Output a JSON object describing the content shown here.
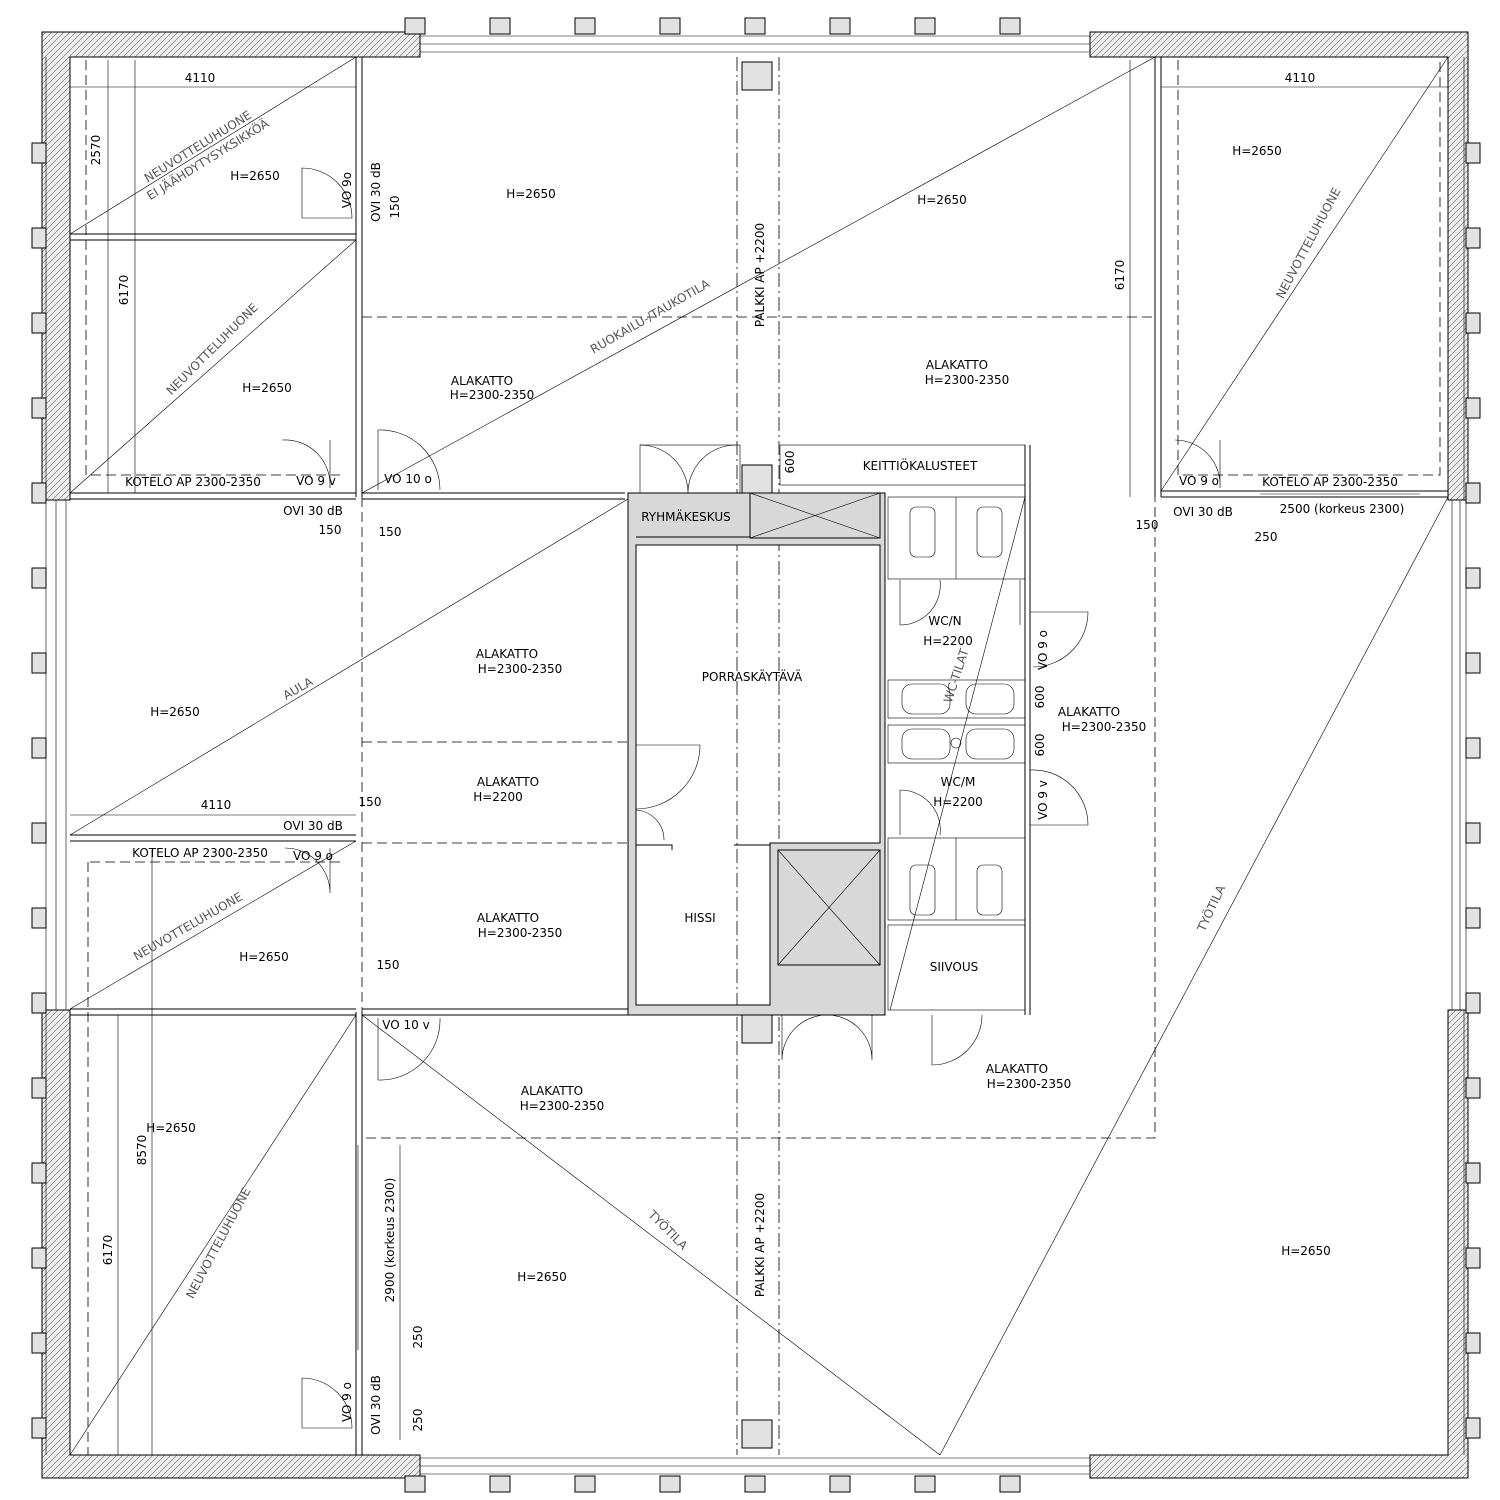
{
  "plan": {
    "labels": {
      "dim_4110_tl": "4110",
      "dim_2570": "2570",
      "room_neuvotteluhuone_1": "NEUVOTTELUHUONE",
      "room_ei_jaahdytys": "EI JÄÄHDYTYSYKSIKKÖÄ",
      "h_2650_a": "H=2650",
      "door_vo9o_a": "VO 9o",
      "ovi30_a": "OVI 30 dB",
      "dim_150_a": "150",
      "h_2650_b": "H=2650",
      "palkki_top": "PALKKI AP +2200",
      "h_2650_c": "H=2650",
      "dim_4110_tr": "4110",
      "h_2650_d": "H=2650",
      "room_neuvotteluhuone_tr": "NEUVOTTELUHUONE",
      "dim_6170_l": "6170",
      "room_neuvotteluhuone_2": "NEUVOTTELUHUONE",
      "h_2650_e": "H=2650",
      "room_ruokailu": "RUOKAILU-/TAUKOTILA",
      "alakatto_a": "ALAKATTO",
      "alakatto_a_h": "H=2300-2350",
      "alakatto_b": "ALAKATTO",
      "alakatto_b_h": "H=2300-2350",
      "dim_6170_r": "6170",
      "kotelo_a": "KOTELO AP 2300-2350",
      "door_vo9v_a": "VO 9 v",
      "door_vo10o": "VO 10 o",
      "dim_600_k": "600",
      "keittio": "KEITTIÖKALUSTEET",
      "ryhmakeskus": "RYHMÄKESKUS",
      "ovi30_b": "OVI 30 dB",
      "dim_150_b": "150",
      "dim_150_c": "150",
      "door_vo9o_r": "VO 9 o",
      "kotelo_r": "KOTELO AP 2300-2350",
      "ovi30_r": "OVI 30 dB",
      "dim_2500": "2500 (korkeus 2300)",
      "dim_150_r": "150",
      "dim_250_r": "250",
      "room_aula": "AULA",
      "alakatto_c": "ALAKATTO",
      "alakatto_c_h": "H=2300-2350",
      "porras": "PORRASKÄYTÄVÄ",
      "wcn": "WC/N",
      "wcn_h": "H=2200",
      "wc_tilat": "WC-TILAT",
      "door_vo9o_wc": "VO 9 o",
      "dim_600_a": "600",
      "dim_600_b": "600",
      "alakatto_d": "ALAKATTO",
      "alakatto_d_h": "H=2300-2350",
      "h_2650_f": "H=2650",
      "alakatto_e": "ALAKATTO",
      "alakatto_e_h": "H=2200",
      "wcm": "WC/M",
      "wcm_h": "H=2200",
      "door_vo9v_wc": "VO 9 v",
      "dim_4110_bl": "4110",
      "dim_150_d": "150",
      "ovi30_c": "OVI 30 dB",
      "kotelo_b": "KOTELO AP 2300-2350",
      "door_vo9o_b": "VO 9 o",
      "room_neuvotteluhuone_3": "NEUVOTTELUHUONE",
      "h_2650_g": "H=2650",
      "alakatto_f": "ALAKATTO",
      "alakatto_f_h": "H=2300-2350",
      "hissi": "HISSI",
      "siivous": "SIIVOUS",
      "dim_150_e": "150",
      "door_vo10v": "VO 10 v",
      "alakatto_g": "ALAKATTO",
      "alakatto_g_h": "H=2300-2350",
      "alakatto_h": "ALAKATTO",
      "alakatto_h_h": "H=2300-2350",
      "h_2650_h": "H=2650",
      "dim_8570": "8570",
      "room_neuvotteluhuone_4": "NEUVOTTELUHUONE",
      "dim_6170_bl": "6170",
      "dim_2900": "2900 (korkeus 2300)",
      "room_tyotila_r": "TYÖTILA",
      "room_tyotila_c": "TYÖTILA",
      "palkki_bottom": "PALKKI AP +2200",
      "h_2650_i": "H=2650",
      "h_2650_j": "H=2650",
      "dim_250_a": "250",
      "door_vo9o_c": "VO 9 o",
      "ovi30_d": "OVI 30 dB",
      "dim_250_b": "250"
    }
  }
}
